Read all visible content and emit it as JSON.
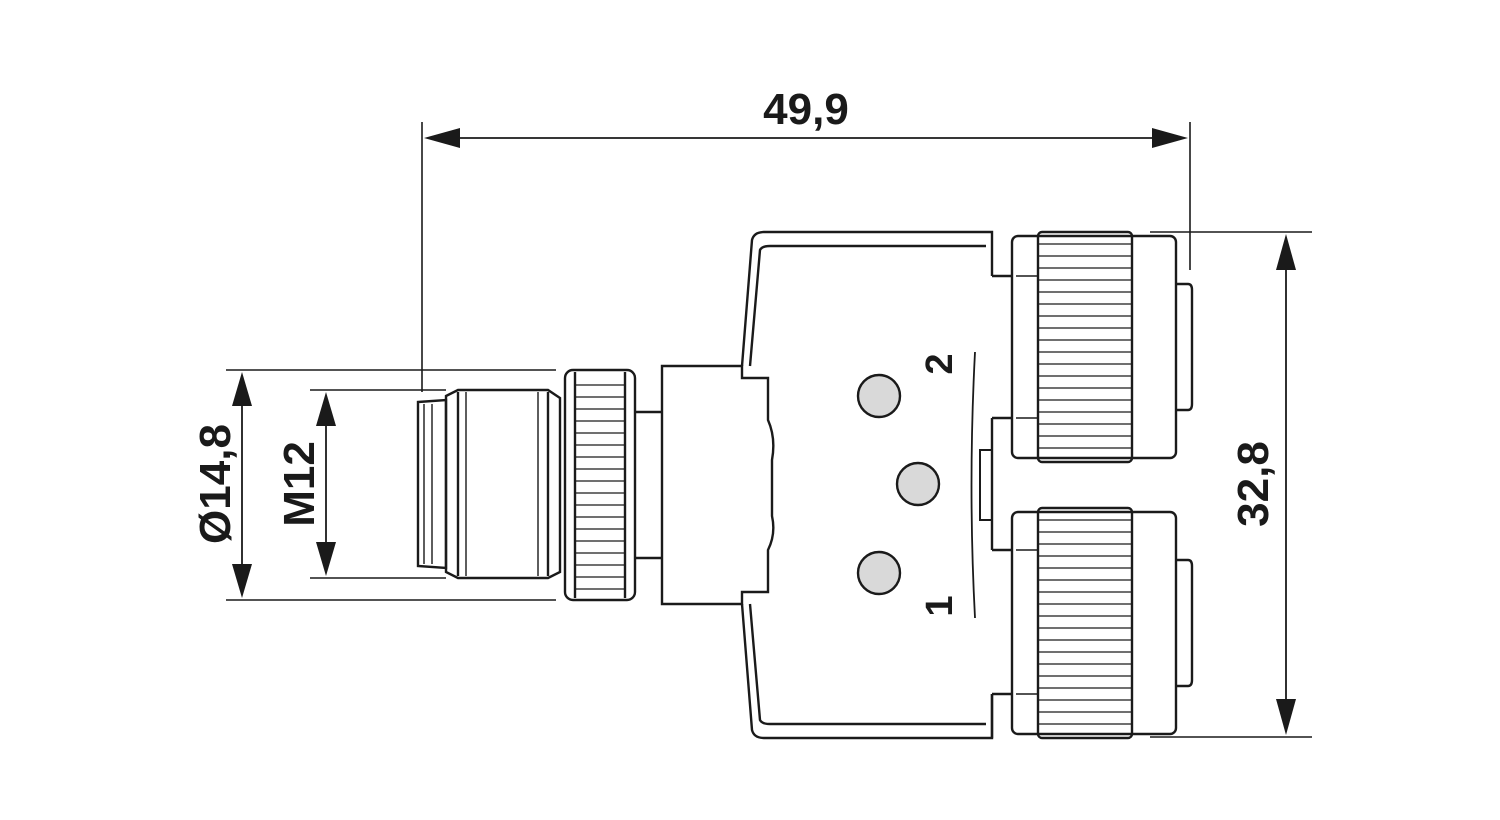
{
  "dimensions": {
    "total_length": "49,9",
    "total_height": "32,8",
    "diameter": "Ø14,8",
    "thread": "M12"
  },
  "port_labels": {
    "port_1": "1",
    "port_2": "2"
  },
  "colors": {
    "line": "#1a1a1a",
    "led": "#d9d9d9",
    "background": "#ffffff"
  }
}
